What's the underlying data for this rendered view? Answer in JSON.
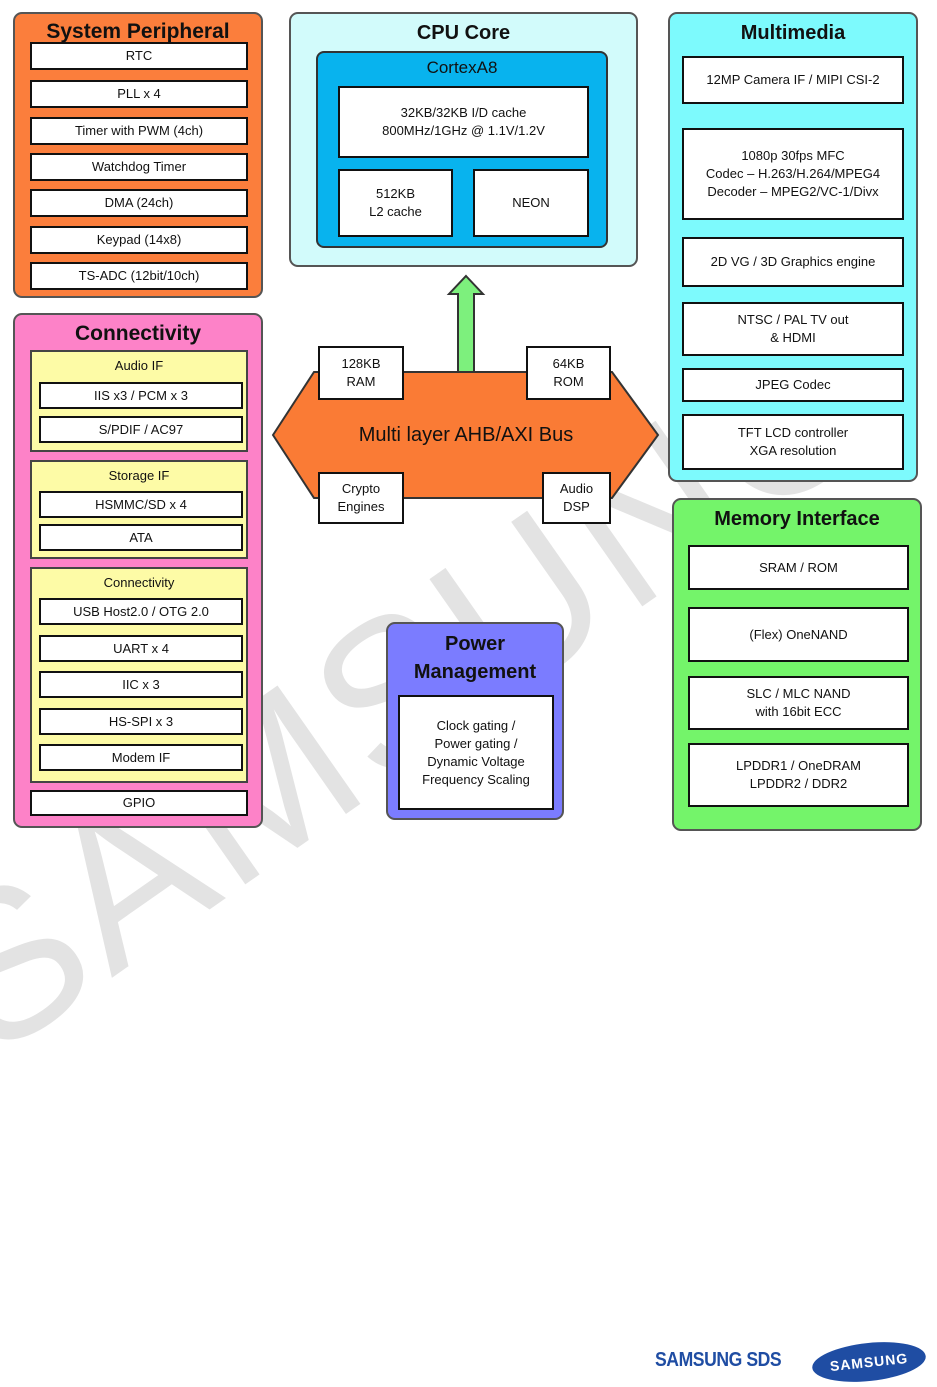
{
  "watermark": "SAMSUNG",
  "system_peripheral": {
    "title": "System Peripheral",
    "items": [
      "RTC",
      "PLL x 4",
      "Timer with PWM (4ch)",
      "Watchdog Timer",
      "DMA (24ch)",
      "Keypad (14x8)",
      "TS-ADC (12bit/10ch)"
    ]
  },
  "cpu_core": {
    "title": "CPU Core",
    "subtitle": "CortexA8",
    "cache": "32KB/32KB I/D cache\n800MHz/1GHz @ 1.1V/1.2V",
    "l2": "512KB\nL2 cache",
    "neon": "NEON"
  },
  "multimedia": {
    "title": "Multimedia",
    "items": [
      "12MP Camera IF / MIPI CSI-2",
      "1080p 30fps MFC\nCodec – H.263/H.264/MPEG4\nDecoder – MPEG2/VC-1/Divx",
      "2D VG / 3D Graphics engine",
      "NTSC / PAL TV out\n& HDMI",
      "JPEG Codec",
      "TFT LCD controller\nXGA resolution"
    ]
  },
  "connectivity": {
    "title": "Connectivity",
    "groups": [
      {
        "label": "Audio IF",
        "items": [
          "IIS x3 / PCM x 3",
          "S/PDIF / AC97"
        ]
      },
      {
        "label": "Storage IF",
        "items": [
          "HSMMC/SD x 4",
          "ATA"
        ]
      },
      {
        "label": "Connectivity",
        "items": [
          "USB Host2.0 / OTG 2.0",
          "UART x 4",
          "IIC x 3",
          "HS-SPI x 3",
          "Modem IF"
        ]
      }
    ],
    "gpio": "GPIO"
  },
  "bus": {
    "label": "Multi layer AHB/AXI Bus",
    "ram": "128KB\nRAM",
    "rom": "64KB\nROM",
    "crypto": "Crypto\nEngines",
    "audio_dsp": "Audio\nDSP"
  },
  "power": {
    "title": "Power\nManagement",
    "body": "Clock gating /\nPower gating /\nDynamic Voltage\nFrequency Scaling"
  },
  "memory_interface": {
    "title": "Memory Interface",
    "items": [
      "SRAM / ROM",
      "(Flex) OneNAND",
      "SLC / MLC NAND\nwith 16bit ECC",
      "LPDDR1 / OneDRAM\nLPDDR2 / DDR2"
    ]
  },
  "logos": {
    "sds": "SAMSUNG SDS",
    "samsung": "SAMSUNG"
  },
  "colors": {
    "system_peripheral": "#fb7e3c",
    "cpu_core": "#d2fbfb",
    "cortex": "#08b3ee",
    "multimedia": "#7dfafd",
    "connectivity": "#fd82c8",
    "yellow_group": "#fdfba6",
    "bus": "#fa7b35",
    "arrow": "#7df07d",
    "power": "#7b7cff",
    "memory": "#74f46a",
    "logo_blue": "#1f4da3"
  }
}
